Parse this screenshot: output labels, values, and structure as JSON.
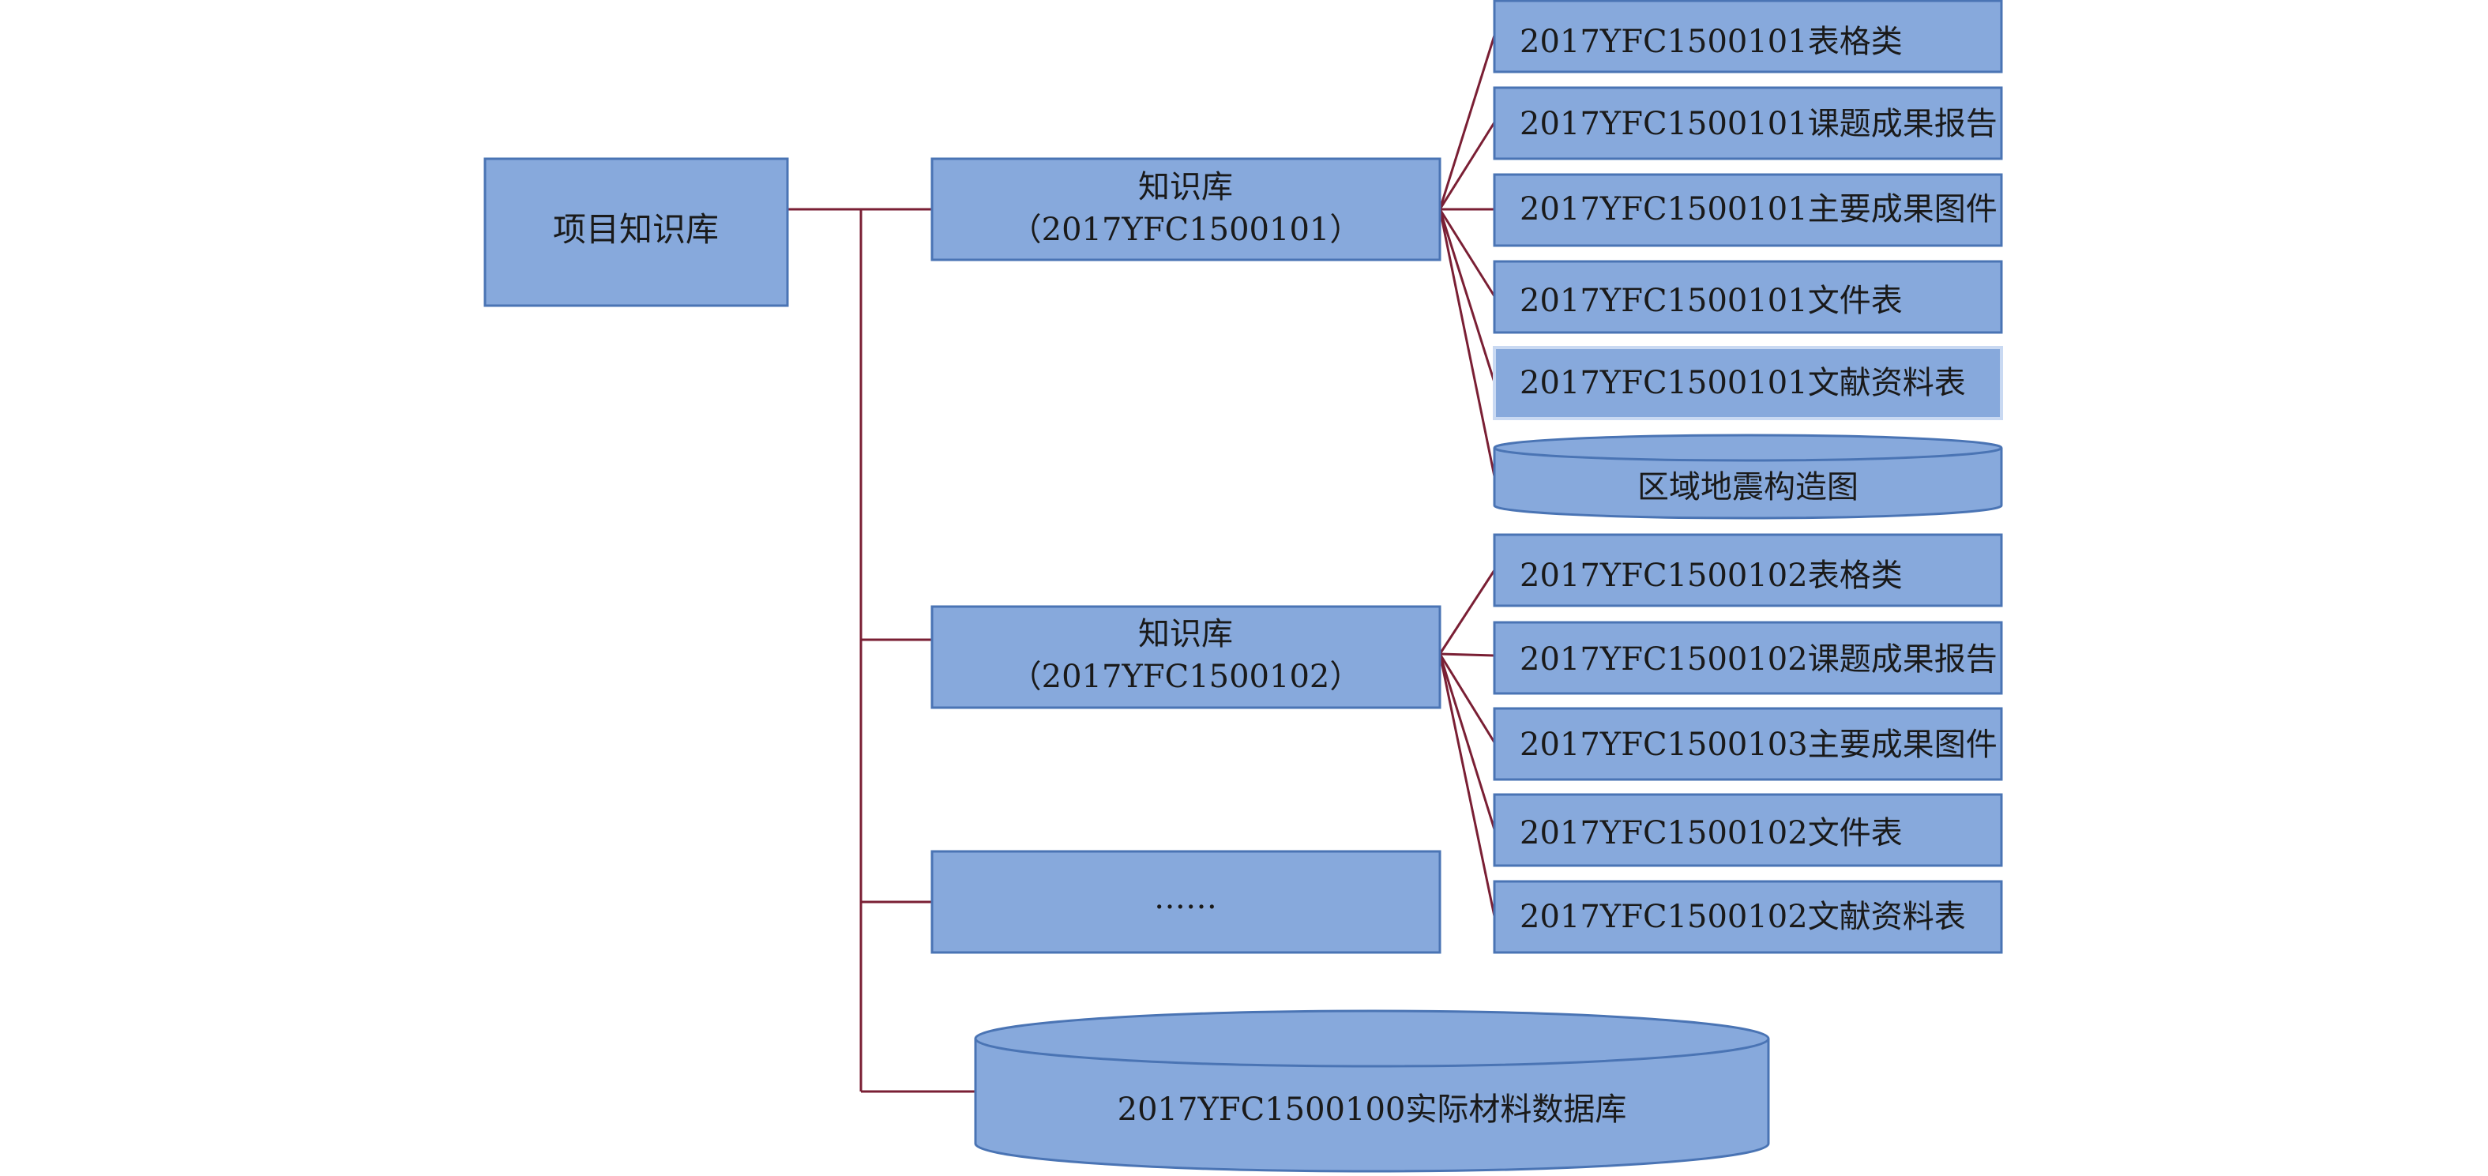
{
  "root": {
    "label": "项目知识库"
  },
  "kb1": {
    "line1": "知识库",
    "line2": "（2017YFC1500101）",
    "children": [
      "2017YFC1500101表格类",
      "2017YFC1500101课题成果报告",
      "2017YFC1500101主要成果图件",
      "2017YFC1500101文件表",
      "2017YFC1500101文献资料表"
    ],
    "database": "区域地震构造图"
  },
  "kb2": {
    "line1": "知识库",
    "line2": "（2017YFC1500102）",
    "children": [
      "2017YFC1500102表格类",
      "2017YFC1500102课题成果报告",
      "2017YFC1500103主要成果图件",
      "2017YFC1500102文件表",
      "2017YFC1500102文献资料表"
    ]
  },
  "more": {
    "label": "……"
  },
  "material_db": {
    "label": "2017YFC1500100实际材料数据库"
  },
  "colors": {
    "box_fill": "#87a9dc",
    "box_stroke": "#4a74b4",
    "line": "#7a1f34"
  }
}
